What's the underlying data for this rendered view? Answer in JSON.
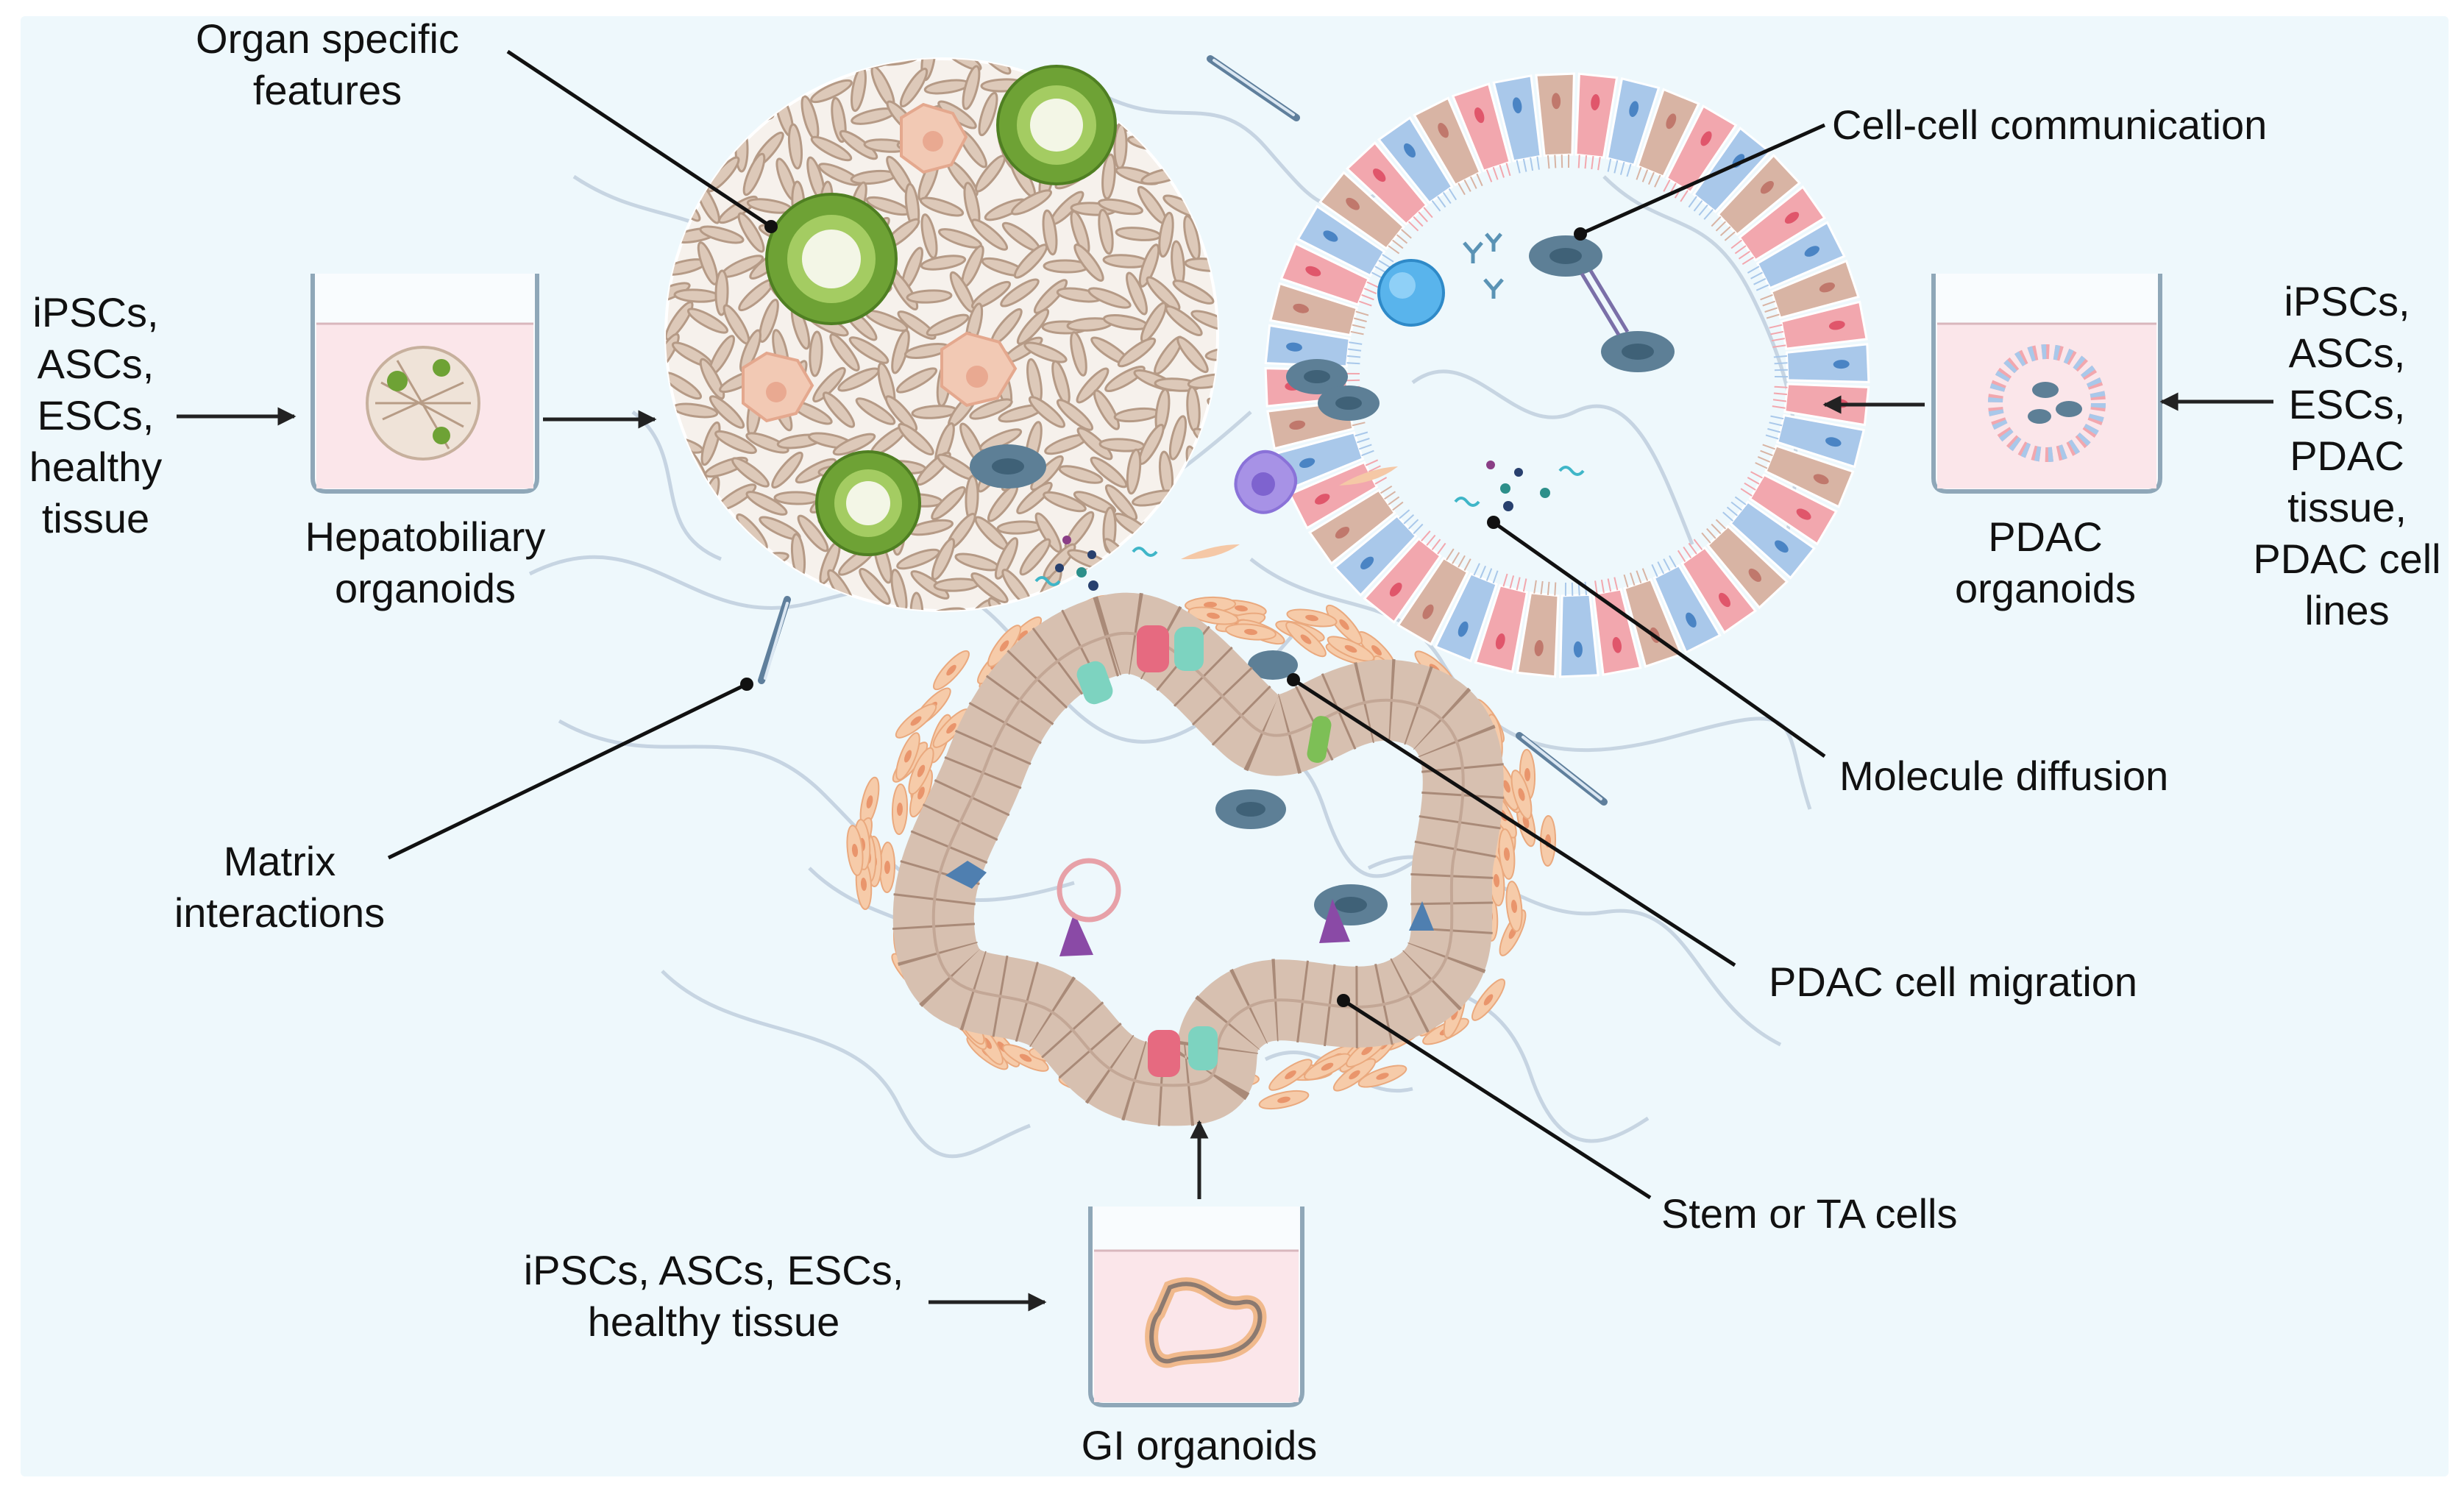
{
  "sources": {
    "left": [
      "iPSCs,",
      "ASCs,",
      "ESCs,",
      "healthy",
      "tissue"
    ],
    "right": [
      "iPSCs,",
      "ASCs,",
      "ESCs,",
      "PDAC",
      "tissue,",
      "PDAC cell",
      "lines"
    ],
    "bottom": [
      "iPSCs, ASCs, ESCs,",
      "healthy tissue"
    ]
  },
  "organoids": {
    "hepatobiliary": [
      "Hepatobiliary",
      "organoids"
    ],
    "pdac": [
      "PDAC",
      "organoids"
    ],
    "gi": [
      "GI organoids"
    ]
  },
  "callouts": {
    "organ_specific": [
      "Organ specific",
      "features"
    ],
    "cell_cell": "Cell-cell communication",
    "molecule": "Molecule diffusion",
    "migration": "PDAC cell migration",
    "stem": "Stem or TA cells",
    "matrix": [
      "Matrix",
      "interactions"
    ]
  },
  "colors": {
    "background": "#eef8fc",
    "gel": "#fbe6ea",
    "liver_cell": "#d9c7b8",
    "duct_green": "#5f9a2e",
    "pdac_blue": "#a9c8ea",
    "pdac_pink": "#f2a7ae",
    "pdac_tan": "#d8b4a4",
    "tumor_cell": "#557b93",
    "fibroblast": "#f5c8a6",
    "gut_cell": "#dcc6b8",
    "stem_purple": "#8a4aa6",
    "arrow": "#222222"
  }
}
